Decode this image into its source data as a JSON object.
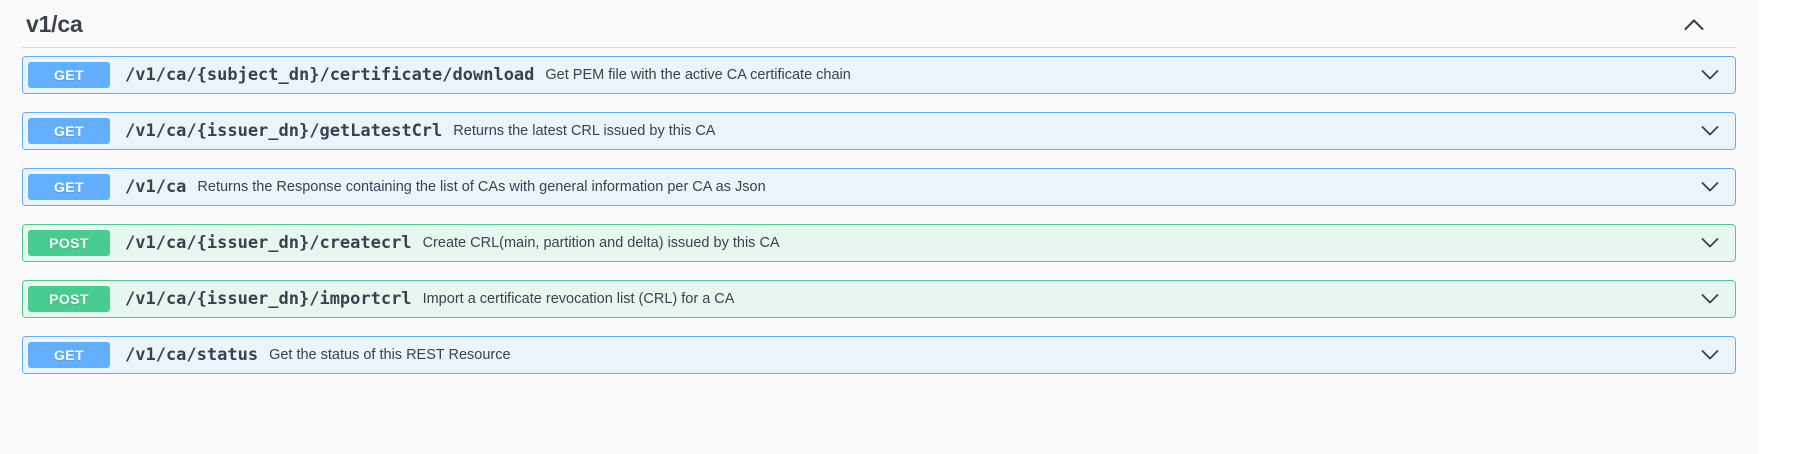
{
  "section": {
    "title": "v1/ca",
    "collapse_icon": "chevron-up-icon",
    "expanded": true
  },
  "operations": [
    {
      "method": "GET",
      "path": "/v1/ca/{subject_dn}/certificate/download",
      "summary": "Get PEM file with the active CA certificate chain",
      "expand_icon": "chevron-down-icon"
    },
    {
      "method": "GET",
      "path": "/v1/ca/{issuer_dn}/getLatestCrl",
      "summary": "Returns the latest CRL issued by this CA",
      "expand_icon": "chevron-down-icon"
    },
    {
      "method": "GET",
      "path": "/v1/ca",
      "summary": "Returns the Response containing the list of CAs with general information per CA as Json",
      "expand_icon": "chevron-down-icon"
    },
    {
      "method": "POST",
      "path": "/v1/ca/{issuer_dn}/createcrl",
      "summary": "Create CRL(main, partition and delta) issued by this CA",
      "expand_icon": "chevron-down-icon"
    },
    {
      "method": "POST",
      "path": "/v1/ca/{issuer_dn}/importcrl",
      "summary": "Import a certificate revocation list (CRL) for a CA",
      "expand_icon": "chevron-down-icon"
    },
    {
      "method": "GET",
      "path": "/v1/ca/status",
      "summary": "Get the status of this REST Resource",
      "expand_icon": "chevron-down-icon"
    }
  ],
  "colors": {
    "get": "#61affe",
    "get_background": "#ebf3fb",
    "post": "#49cc90",
    "post_background": "#e8f6f0",
    "text": "#3b4151",
    "panel_background": "#fafafa"
  }
}
